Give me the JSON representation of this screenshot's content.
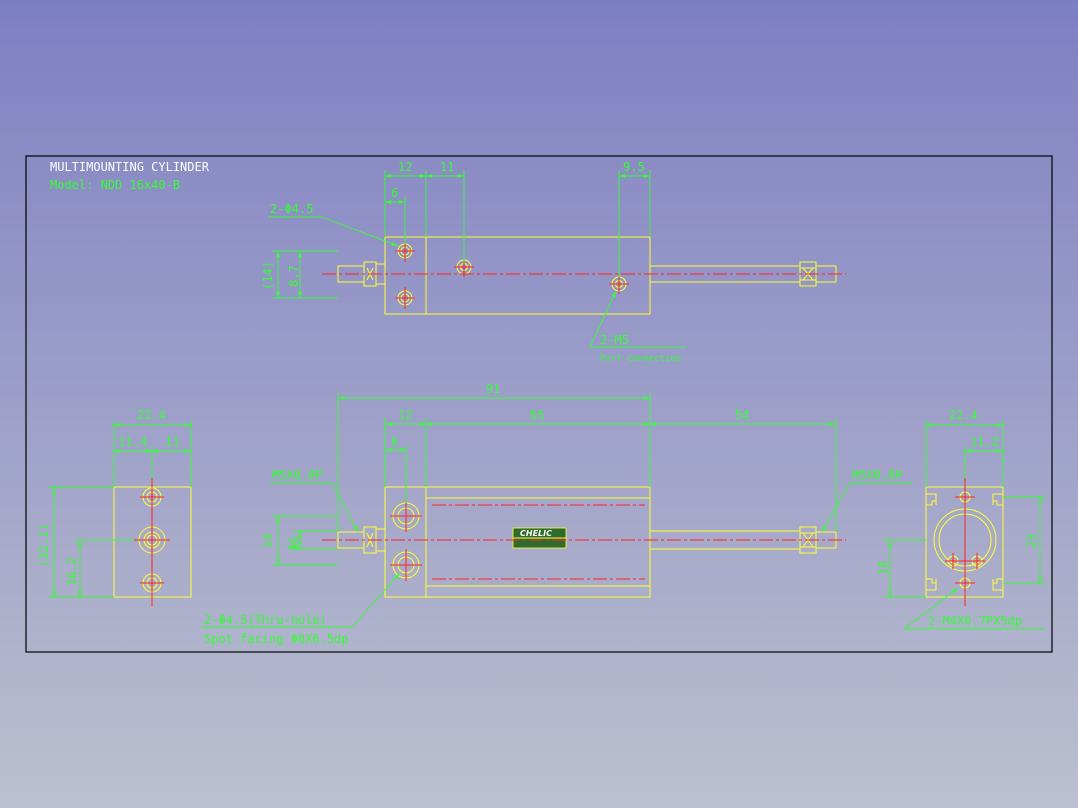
{
  "title": "MULTIMOUNTING CYLINDER",
  "model": "Model: NDD 16x40-B",
  "colors": {
    "frame": "#000000",
    "outline": "#ffff33",
    "dimension": "#33ff33",
    "centerline": "#ff2222",
    "label_white": "#ffffff"
  },
  "top_view": {
    "dims": {
      "d12": "12",
      "d11": "11",
      "d95": "9.5",
      "d6": "6",
      "d14p": "(14)",
      "d87": "8.7"
    },
    "hole_callout": "2-Φ4.5",
    "port_callout": "2-M5",
    "port_note": "Port connection"
  },
  "front_view": {
    "dims": {
      "d91": "91",
      "d12": "12",
      "d65": "65",
      "d54": "54",
      "d6": "6",
      "d14": "14",
      "dphi6": "Φ6"
    },
    "thread_left": "M5X0.8P",
    "thread_right": "M5X0.8P",
    "hole_note_1": "2-Φ4.5(Thru-hole)",
    "hole_note_2": "Spot facing  Φ8X6.5dp",
    "logo": "CHELIC"
  },
  "left_view": {
    "dims": {
      "d224": "22.4",
      "d114": "11.4",
      "d11": "11",
      "d321": "(32.1)",
      "d162": "16.2"
    }
  },
  "right_view": {
    "dims": {
      "d224": "22.4",
      "d112": "11.2",
      "d25": "25",
      "d16": "16"
    },
    "thread_callout": "2-M4X0.7PX5dp"
  }
}
